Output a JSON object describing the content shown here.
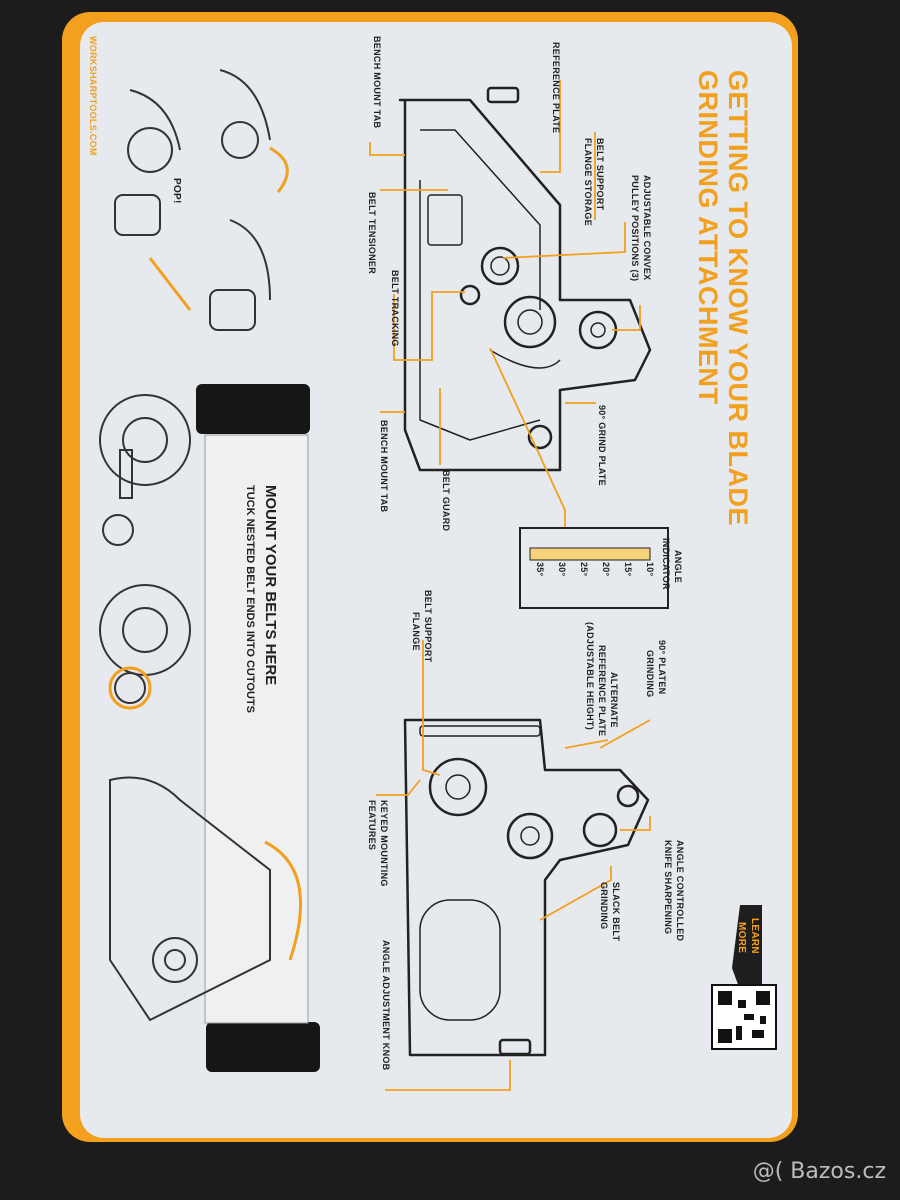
{
  "card": {
    "title_line1": "GETTING TO KNOW YOUR BLADE",
    "title_line2": "GRINDING ATTACHMENT",
    "website": "WORKSHARPTOOLS.COM",
    "pop": "POP!",
    "mount_title": "MOUNT YOUR BELTS HERE",
    "mount_sub": "TUCK NESTED BELT ENDS INTO CUTOUTS",
    "learn_line1": "LEARN",
    "learn_line2": "MORE",
    "angle_indicator_line1": "ANGLE",
    "angle_indicator_line2": "INDICATOR",
    "angle_ticks": [
      "10°",
      "15°",
      "20°",
      "25°",
      "30°",
      "35°"
    ],
    "labels_top": {
      "bench_mount_tab_1": "BENCH MOUNT TAB",
      "reference_plate": "REFERENCE PLATE",
      "belt_support_storage_1": "BELT SUPPORT",
      "belt_support_storage_2": "FLANGE STORAGE",
      "convex_1": "ADJUSTABLE CONVEX",
      "convex_2": "PULLEY POSITIONS (3)",
      "belt_tensioner": "BELT TENSIONER",
      "belt_tracking": "BELT TRACKING",
      "grind_plate": "90° GRIND PLATE",
      "belt_guard": "BELT GUARD",
      "bench_mount_tab_2": "BENCH MOUNT TAB"
    },
    "labels_bottom": {
      "flange_1": "BELT SUPPORT",
      "flange_2": "FLANGE",
      "platen_1": "90° PLATEN",
      "platen_2": "GRINDING",
      "alt_ref_1": "ALTERNATE",
      "alt_ref_2": "REFERENCE PLATE",
      "alt_ref_3": "(ADJUSTABLE HEIGHT)",
      "keyed_1": "KEYED MOUNTING",
      "keyed_2": "FEATURES",
      "angle_knife_1": "ANGLE CONTROLLED",
      "angle_knife_2": "KNIFE SHARPENING",
      "slack_1": "SLACK BELT",
      "slack_2": "GRINDING",
      "knob": "ANGLE ADJUSTMENT KNOB"
    }
  },
  "watermark": "@( Bazos.cz",
  "colors": {
    "accent": "#f2a01d",
    "card": "#e6e9ed",
    "ink": "#222222"
  }
}
